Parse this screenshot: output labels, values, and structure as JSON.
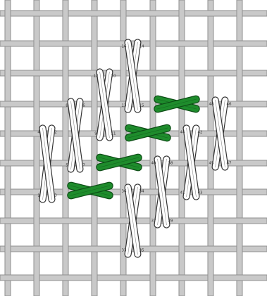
{
  "diagram": {
    "colors": {
      "background": "#ffffff",
      "canvas_thread_fill": "#c9c9c9",
      "canvas_thread_edge": "#8f8f8f",
      "white_thread_fill": "#ffffff",
      "white_thread_edge": "#333333",
      "green_thread_fill": "#1e8c2c",
      "green_thread_edge": "#0d4d16",
      "label_color": "#333333"
    },
    "tall_crosses": [
      {
        "id": "stitch-pair-1-4",
        "labels": [
          "1",
          "2",
          "3",
          "4"
        ]
      },
      {
        "id": "stitch-pair-5-8",
        "labels": [
          "5",
          "6",
          "7",
          "8"
        ]
      },
      {
        "id": "stitch-pair-9-12",
        "labels": [
          "9",
          "10",
          "11",
          "12"
        ]
      },
      {
        "id": "stitch-pair-13-16",
        "labels": [
          "13",
          "14",
          "15",
          "16"
        ]
      },
      {
        "id": "stitch-pair-33-36",
        "labels": [
          "33",
          "34",
          "35",
          "36"
        ]
      },
      {
        "id": "stitch-pair-37-40",
        "labels": [
          "37",
          "38",
          "39",
          "40"
        ]
      },
      {
        "id": "stitch-pair-41-44",
        "labels": [
          "41",
          "42",
          "43",
          "44"
        ]
      },
      {
        "id": "stitch-pair-45-48",
        "labels": [
          "45",
          "46",
          "47",
          "48"
        ]
      }
    ],
    "green_crosses": [
      {
        "id": "green-cross-1"
      },
      {
        "id": "green-cross-2"
      },
      {
        "id": "green-cross-3"
      },
      {
        "id": "green-cross-4"
      }
    ]
  }
}
